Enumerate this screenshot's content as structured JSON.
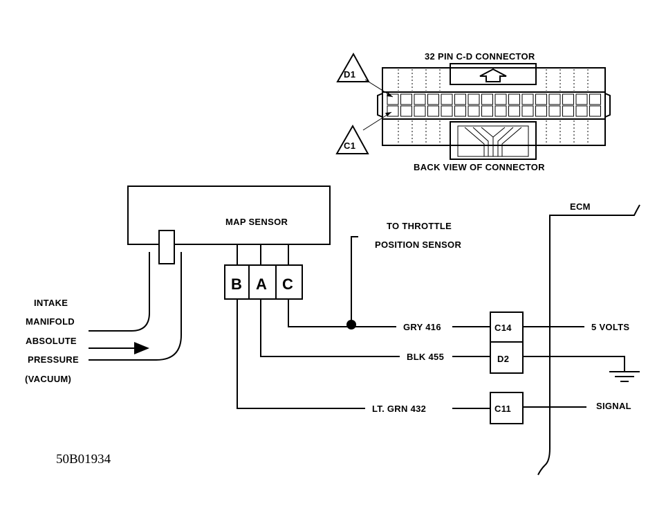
{
  "connector": {
    "title": "32 PIN C-D CONNECTOR",
    "caption": "BACK VIEW OF CONNECTOR",
    "marker_d1": "D1",
    "marker_c1": "C1"
  },
  "sensor": {
    "label": "MAP SENSOR",
    "pins": [
      "B",
      "A",
      "C"
    ]
  },
  "throttle": {
    "line1": "TO THROTTLE",
    "line2": "POSITION SENSOR"
  },
  "intake": {
    "lines": [
      "INTAKE",
      "MANIFOLD",
      "ABSOLUTE",
      "PRESSURE",
      "(VACUUM)"
    ]
  },
  "wires": {
    "gry": "GRY  416",
    "blk": "BLK  455",
    "grn": "LT. GRN  432"
  },
  "ecm": {
    "label": "ECM",
    "pins": [
      "C14",
      "D2",
      "C11"
    ],
    "five_volts": "5 VOLTS",
    "signal": "SIGNAL"
  },
  "figure_id": "50B01934"
}
